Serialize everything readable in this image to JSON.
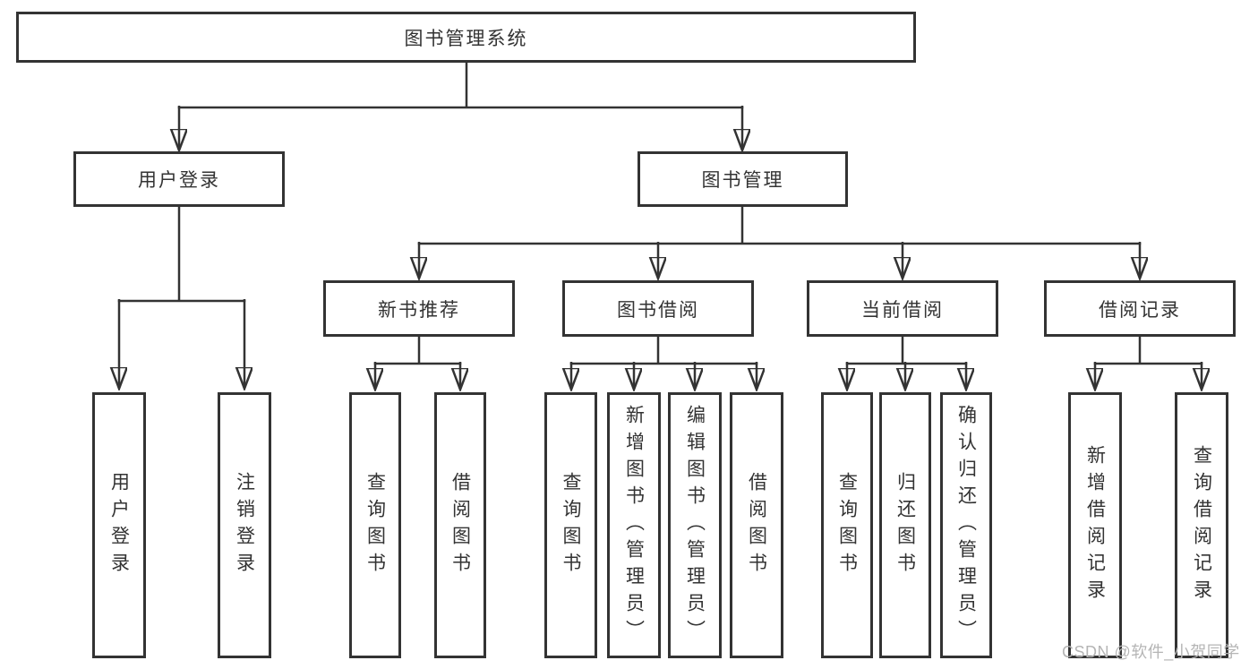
{
  "tree": {
    "root": {
      "label": "图书管理系统"
    },
    "level2": [
      {
        "label": "用户登录"
      },
      {
        "label": "图书管理"
      }
    ],
    "level3": [
      {
        "label": "新书推荐",
        "parent": "图书管理"
      },
      {
        "label": "图书借阅",
        "parent": "图书管理"
      },
      {
        "label": "当前借阅",
        "parent": "图书管理"
      },
      {
        "label": "借阅记录",
        "parent": "图书管理"
      }
    ],
    "leaves": [
      {
        "label": "用户登录",
        "parent": "用户登录"
      },
      {
        "label": "注销登录",
        "parent": "用户登录"
      },
      {
        "label": "查询图书",
        "parent": "新书推荐"
      },
      {
        "label": "借阅图书",
        "parent": "新书推荐"
      },
      {
        "label": "查询图书",
        "parent": "图书借阅"
      },
      {
        "label": "新增图书（管理员）",
        "parent": "图书借阅"
      },
      {
        "label": "编辑图书（管理员）",
        "parent": "图书借阅"
      },
      {
        "label": "借阅图书",
        "parent": "图书借阅"
      },
      {
        "label": "查询图书",
        "parent": "当前借阅"
      },
      {
        "label": "归还图书",
        "parent": "当前借阅"
      },
      {
        "label": "确认归还（管理员）",
        "parent": "当前借阅"
      },
      {
        "label": "新增借阅记录",
        "parent": "借阅记录"
      },
      {
        "label": "查询借阅记录",
        "parent": "借阅记录"
      }
    ]
  },
  "watermark": "CSDN @软件_小贺同学",
  "colors": {
    "line": "#333333",
    "text": "#333333",
    "background": "#ffffff",
    "watermark": "#b5b5b5"
  }
}
